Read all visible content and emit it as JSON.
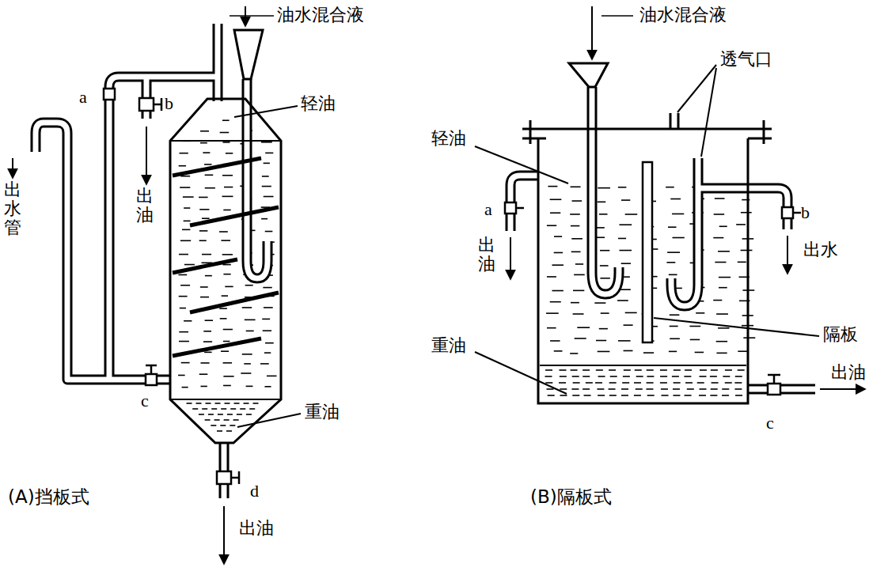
{
  "diagram": {
    "labels": [
      "油水混合液",
      "轻油",
      "a",
      "b",
      "出水管",
      "出油",
      "c",
      "重油",
      "d",
      "出油",
      "(A)挡板式",
      "油水混合液",
      "透气口",
      "轻油",
      "a",
      "b",
      "出油",
      "出水",
      "隔板",
      "重油",
      "出油",
      "c",
      "(B)隔板式"
    ]
  }
}
